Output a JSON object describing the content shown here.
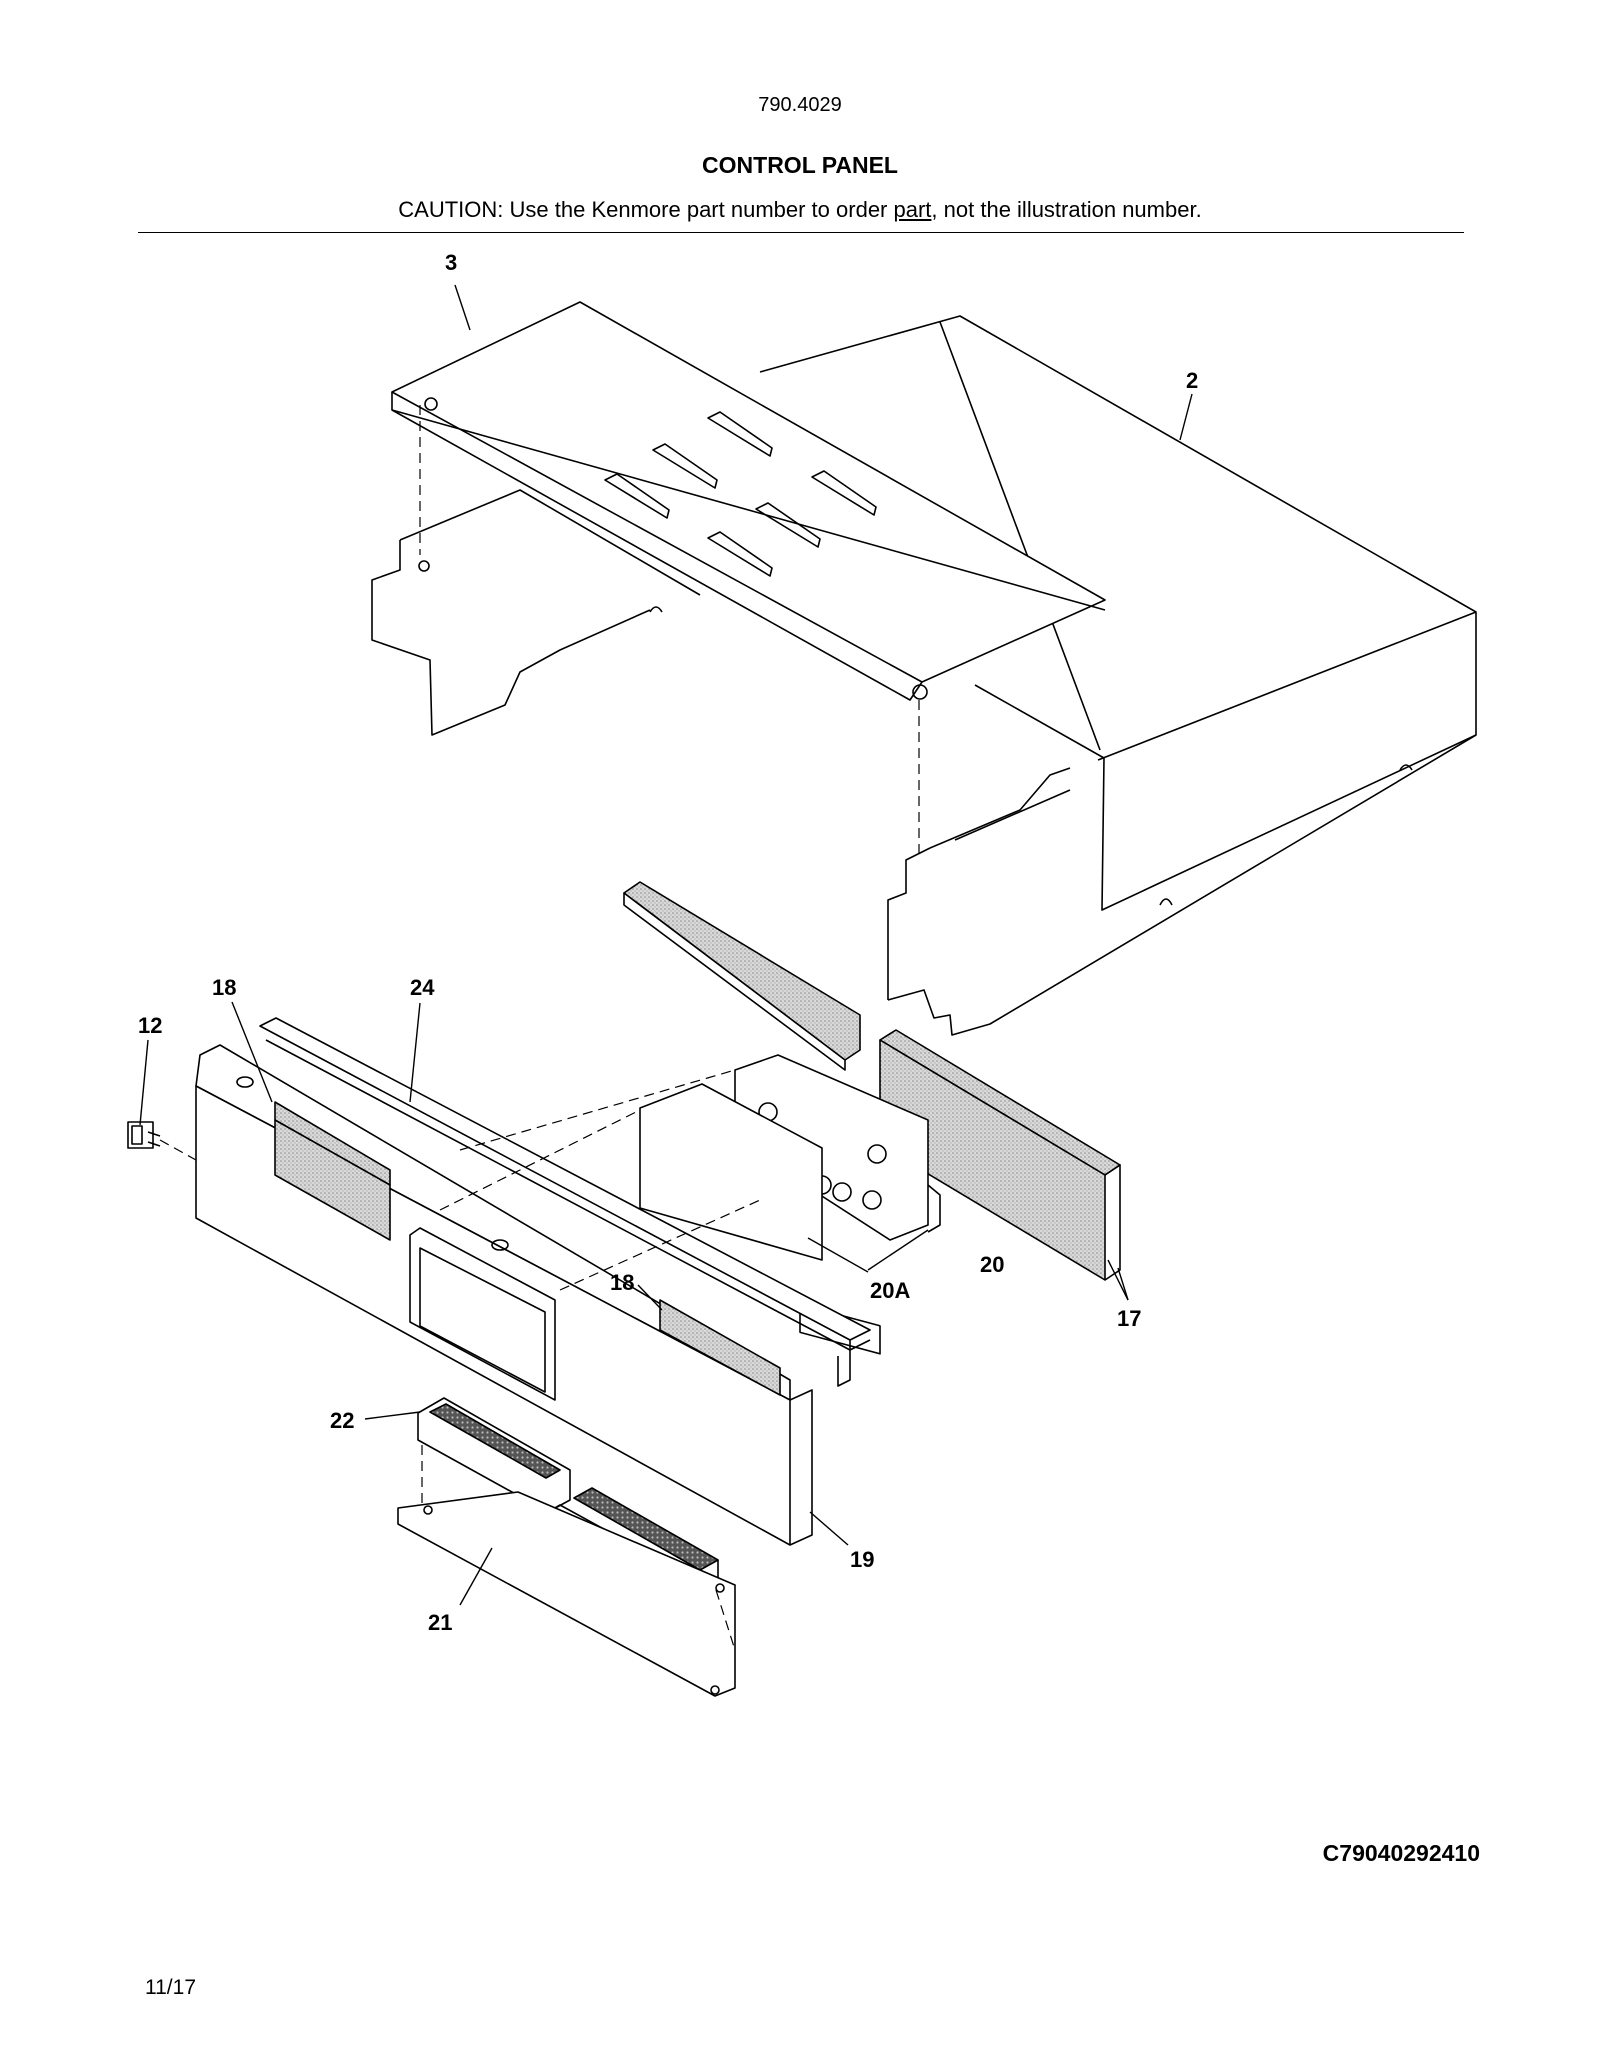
{
  "header": {
    "model_number": "790.4029",
    "title": "CONTROL PANEL",
    "caution_prefix": "CAUTION: Use the Kenmore part number to order ",
    "caution_underlined": "part",
    "caution_suffix": ", not the illustration number."
  },
  "diagram": {
    "callouts": {
      "c2": "2",
      "c3": "3",
      "c12": "12",
      "c17": "17",
      "c18a": "18",
      "c18b": "18",
      "c19": "19",
      "c20": "20",
      "c20a": "20A",
      "c21": "21",
      "c22": "22",
      "c24": "24"
    }
  },
  "footer": {
    "drawing_code": "C79040292410",
    "date": "11/17"
  }
}
